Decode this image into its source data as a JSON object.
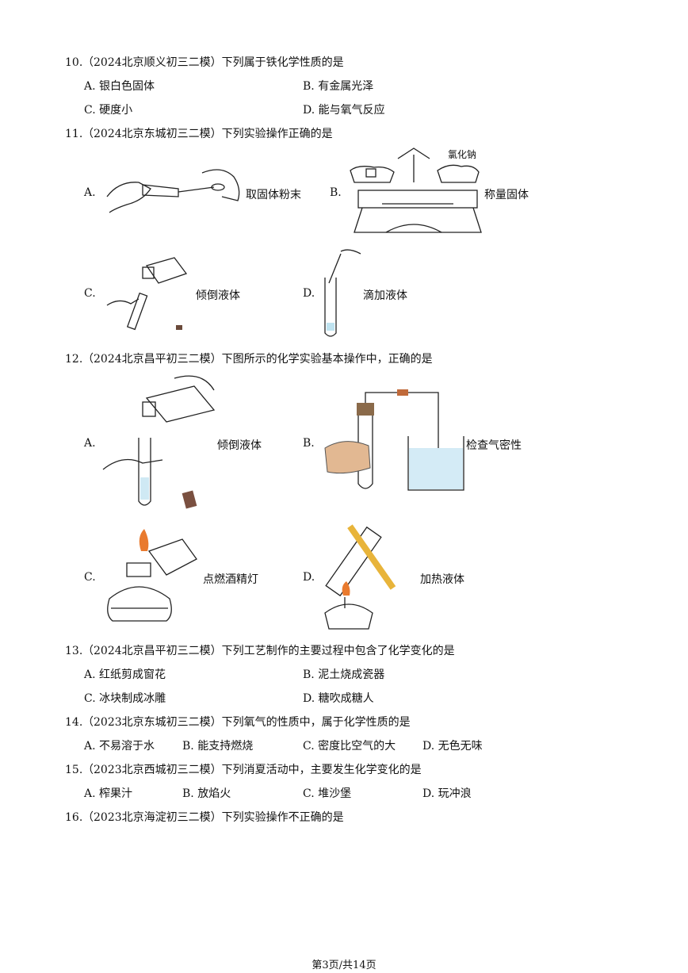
{
  "questions": [
    {
      "num": "10.",
      "source": "（2024北京顺义初三二模）",
      "stem": "下列属于铁化学性质的是",
      "options": [
        "A.  银白色固体",
        "B.  有金属光泽",
        "C.  硬度小",
        "D.  能与氧气反应"
      ]
    },
    {
      "num": "11.",
      "source": "（2024北京东城初三二模）",
      "stem": "下列实验操作正确的是",
      "options": [
        "A.",
        "B.",
        "C.",
        "D."
      ],
      "captions": [
        "取固体粉末",
        "称量固体",
        "倾倒液体",
        "滴加液体"
      ],
      "figure_text": "氯化钠"
    },
    {
      "num": "12.",
      "source": "（2024北京昌平初三二模）",
      "stem": "下图所示的化学实验基本操作中，正确的是",
      "options": [
        "A.",
        "B.",
        "C.",
        "D."
      ],
      "captions": [
        "倾倒液体",
        "检查气密性",
        "点燃酒精灯",
        "加热液体"
      ]
    },
    {
      "num": "13.",
      "source": "（2024北京昌平初三二模）",
      "stem": "下列工艺制作的主要过程中包含了化学变化的是",
      "options": [
        "A.  红纸剪成窗花",
        "B.  泥土烧成瓷器",
        "C.  冰块制成冰雕",
        "D.  糖吹成糖人"
      ]
    },
    {
      "num": "14.",
      "source": "（2023北京东城初三二模）",
      "stem": "下列氧气的性质中，属于化学性质的是",
      "options": [
        "A.  不易溶于水",
        "B.  能支持燃烧",
        "C.  密度比空气的大",
        "D.  无色无味"
      ]
    },
    {
      "num": "15.",
      "source": "（2023北京西城初三二模）",
      "stem": "下列消夏活动中，主要发生化学变化的是",
      "options": [
        "A.  榨果汁",
        "B.  放焰火",
        "C.  堆沙堡",
        "D.  玩冲浪"
      ]
    },
    {
      "num": "16.",
      "source": "（2023北京海淀初三二模）",
      "stem": "下列实验操作不正确的是",
      "options": []
    }
  ],
  "footer": "第3页/共14页"
}
